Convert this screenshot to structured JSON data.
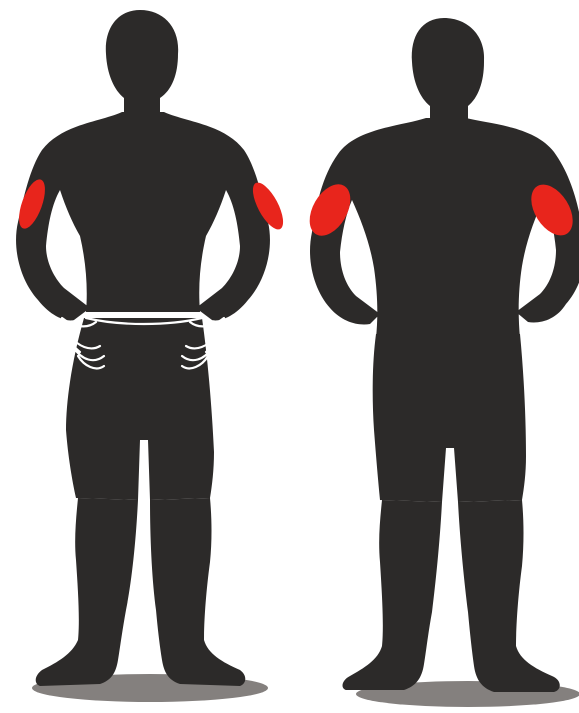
{
  "figures": [
    {
      "name": "front-view",
      "highlighted_regions": [
        "left-upper-arm",
        "right-upper-arm"
      ]
    },
    {
      "name": "back-view",
      "highlighted_regions": [
        "left-upper-arm",
        "right-upper-arm"
      ]
    }
  ],
  "colors": {
    "background": "#ffffff",
    "silhouette": "#2c2a29",
    "highlight": "#e8251c",
    "shadow": "#6e6a67",
    "outline": "#ffffff"
  }
}
